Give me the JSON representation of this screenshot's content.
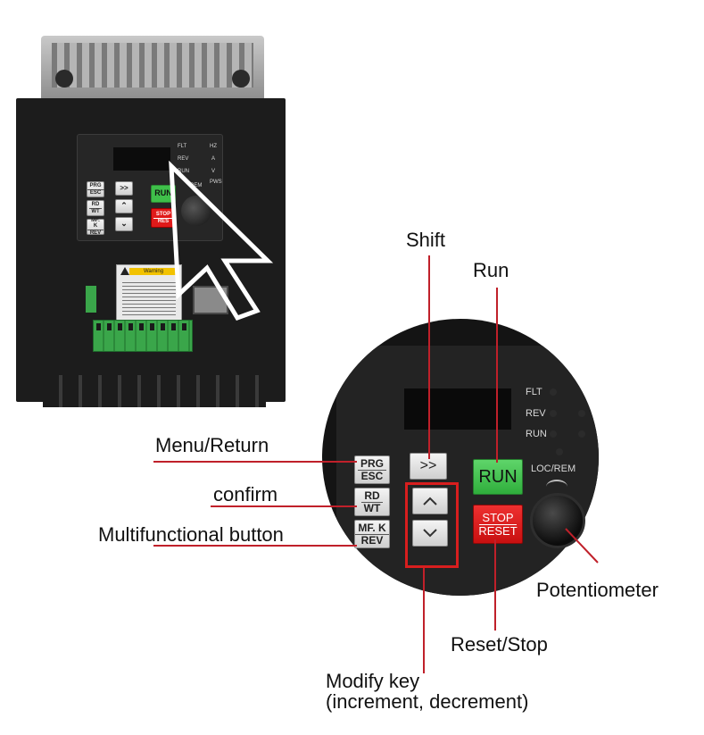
{
  "callouts": {
    "shift": "Shift",
    "run": "Run",
    "menu_return": "Menu/Return",
    "confirm": "confirm",
    "multifunctional": "Multifunctional button",
    "potentiometer": "Potentiometer",
    "reset_stop": "Reset/Stop",
    "modify_key_line1": "Modify key",
    "modify_key_line2": "(increment, decrement)"
  },
  "panel": {
    "prg": "PRG",
    "esc": "ESC",
    "rd": "RD",
    "wt": "WT",
    "mfk": "MF. K",
    "rev": "REV",
    "shift_glyph": ">>",
    "up_glyph": "︿",
    "down_glyph": "﹀",
    "run": "RUN",
    "stop": "STOP",
    "reset": "RESET",
    "led_flt": "FLT",
    "led_rev": "REV",
    "led_run": "RUN",
    "led_locrem": "LOC/REM"
  },
  "thumb": {
    "led_flt": "FLT",
    "led_rev": "REV",
    "led_run": "RUN",
    "led_hz": "HZ",
    "led_a": "A",
    "led_v": "V",
    "led_rem": "REM",
    "led_pws": "PWS",
    "prg": "PRG",
    "esc": "ESC",
    "rd": "RD",
    "wt": "WT",
    "mfk": "MF. K",
    "rev": "REV",
    "shift_glyph": ">>",
    "run": "RUN",
    "stop": "STOP",
    "reset": "RES",
    "warning_title": "Warning"
  },
  "colors": {
    "callout_line": "#c0202a",
    "run_key": "#3fbf4a",
    "stop_key": "#e01a1a",
    "device_body": "#1c1c1c",
    "terminal_green": "#3aa64a"
  }
}
